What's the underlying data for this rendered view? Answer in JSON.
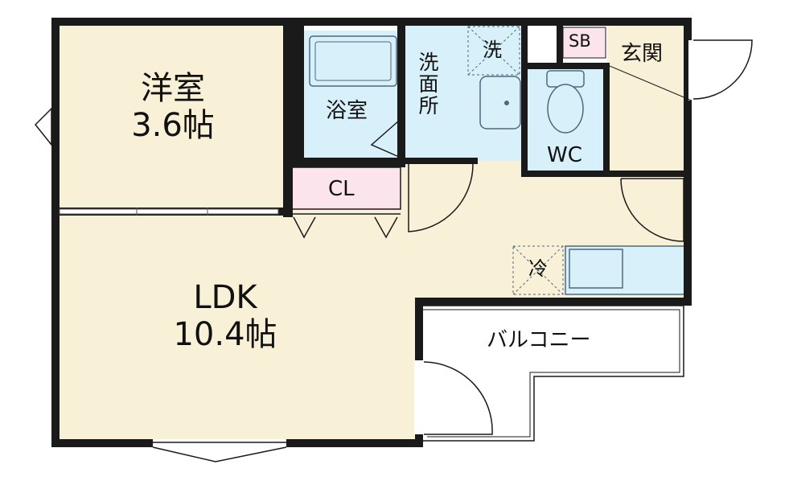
{
  "rooms": {
    "western": {
      "name": "洋室",
      "size": "3.6帖"
    },
    "ldk": {
      "name": "LDK",
      "size": "10.4帖"
    },
    "bath": {
      "name": "浴室"
    },
    "washroom": {
      "name": "洗面所"
    },
    "closet": {
      "name": "CL"
    },
    "toilet": {
      "name": "WC"
    },
    "shoebox": {
      "name": "SB"
    },
    "entrance": {
      "name": "玄関"
    },
    "balcony": {
      "name": "バルコニー"
    }
  },
  "fixtures": {
    "washer": {
      "label": "洗"
    },
    "fridge": {
      "label": "冷"
    }
  },
  "colors": {
    "wall": "#1a1a1a",
    "room_floor": "#f9f0d8",
    "wet_area": "#d8f0fa",
    "storage": "#fce4ec",
    "balcony": "#ffffff",
    "fixture_line": "#4a6a80"
  }
}
